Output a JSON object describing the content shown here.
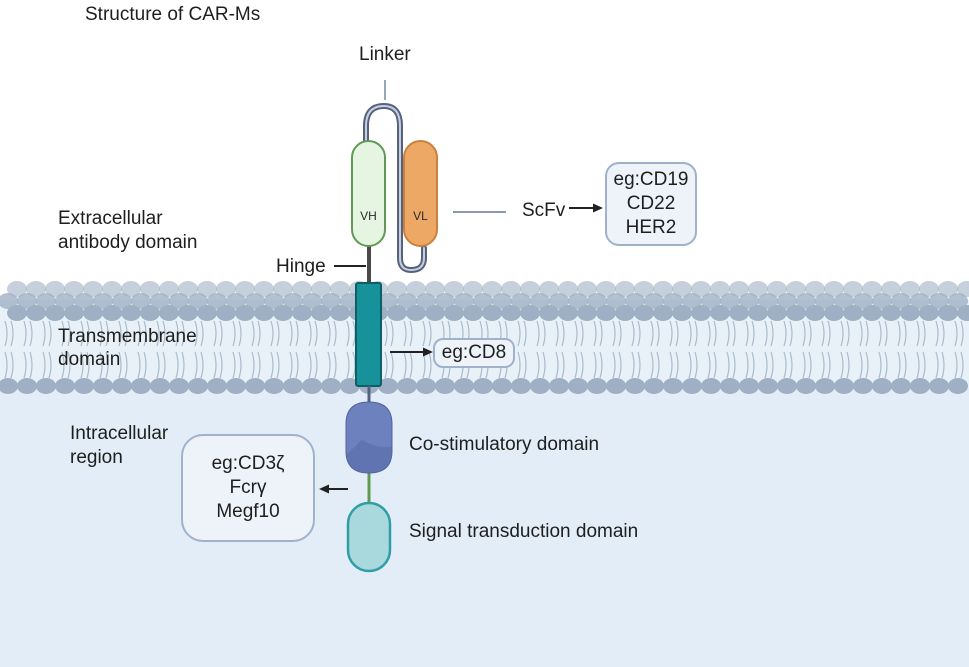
{
  "title": "Structure of CAR-Ms",
  "labels": {
    "linker": "Linker",
    "vh": "VH",
    "vl": "VL",
    "scfv": "ScFv",
    "extracellular": [
      "Extracellular",
      "antibody domain"
    ],
    "hinge": "Hinge",
    "transmembrane": [
      "Transmembrane",
      "domain"
    ],
    "intracellular": [
      "Intracellular",
      "region"
    ],
    "costimulatory": "Co-stimulatory domain",
    "signal": "Signal transduction domain"
  },
  "boxes": {
    "scfv_examples": [
      "eg:CD19",
      "CD22",
      "HER2"
    ],
    "tm_example": "eg:CD8",
    "signal_examples": [
      "eg:CD3ζ",
      "Fcrγ",
      "Megf10"
    ]
  },
  "colors": {
    "membrane_head": "#9fb0c4",
    "membrane_band": "#e9f1f8",
    "cytoplasm": "#e3edf7",
    "vh_fill": "#e6f5e1",
    "vh_stroke": "#5f9a55",
    "vl_fill": "#eea865",
    "vl_stroke": "#c9813e",
    "transmembrane": "#17919a",
    "costim": "#6c81bd",
    "signal_fill": "#a9d9dc",
    "signal_stroke": "#2f9ea5",
    "linker": "#56617e",
    "box_border": "#9fb2cb",
    "box_fill": "#eef3fa"
  }
}
